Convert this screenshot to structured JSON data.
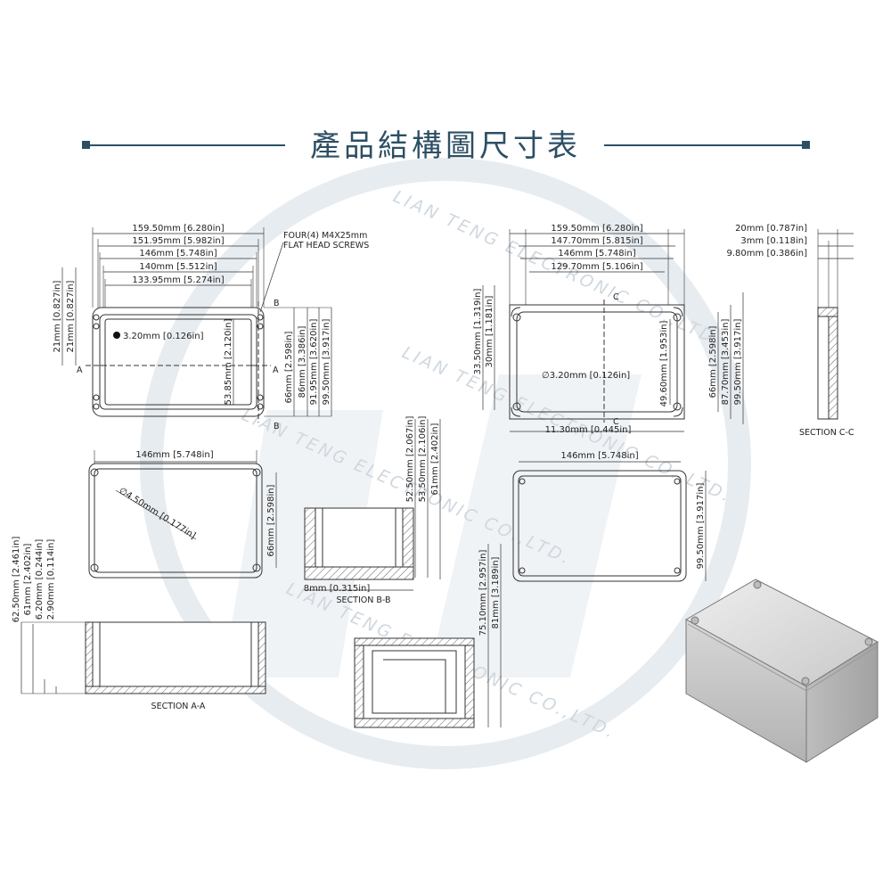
{
  "title": "產品結構圖尺寸表",
  "accent_color": "#2d4f64",
  "watermark": "LIAN TENG ELECTRONIC CO.,LTD.",
  "screw_note": [
    "FOUR(4) M4X25mm",
    "FLAT HEAD SCREWS"
  ],
  "top_view_left": {
    "widths": [
      "159.50mm [6.280in]",
      "151.95mm [5.982in]",
      "146mm [5.748in]",
      "140mm [5.512in]",
      "133.95mm [5.274in]"
    ],
    "left_dims": [
      "21mm [0.827in]",
      "21mm [0.827in]"
    ],
    "hole": "3.20mm [0.126in]",
    "inner_height": "53.85mm [2.120in]",
    "right_dims": [
      "66mm [2.598in]",
      "86mm [3.386in]",
      "91.95mm [3.620in]",
      "99.50mm [3.917in]"
    ],
    "section_marks": [
      "A",
      "A",
      "B",
      "B"
    ]
  },
  "top_view_right": {
    "widths": [
      "159.50mm [6.280in]",
      "147.70mm [5.815in]",
      "146mm [5.748in]",
      "129.70mm [5.106in]"
    ],
    "left_dims": [
      "33.50mm [1.319in]",
      "30mm [1.181in]"
    ],
    "hole": "∅3.20mm [0.126in]",
    "inner_dim": "49.60mm [1.953in]",
    "right_dims": [
      "66mm [2.598in]",
      "87.70mm [3.453in]",
      "99.50mm [3.917in]"
    ],
    "bottom_dim": "11.30mm [0.445in]",
    "section_marks": [
      "C",
      "C"
    ]
  },
  "section_cc": {
    "dims": [
      "20mm [0.787in]",
      "3mm [0.118in]",
      "9.80mm [0.386in]"
    ],
    "label": "SECTION C-C"
  },
  "lid_view": {
    "width": "146mm [5.748in]",
    "hole": "∅4.50mm [0.177in]",
    "height": "66mm [2.598in]"
  },
  "section_bb": {
    "dims": [
      "52.50mm [2.067in]",
      "53.50mm [2.106in]",
      "61mm [2.402in]"
    ],
    "bottom_dim": "8mm [0.315in]",
    "label": "SECTION B-B"
  },
  "bottom_view": {
    "width": "146mm [5.748in]",
    "height": "99.50mm [3.917in]"
  },
  "section_aa": {
    "dims": [
      "62.50mm [2.461in]",
      "61mm [2.402in]",
      "6.20mm [0.244in]",
      "2.90mm [0.114in]"
    ],
    "label": "SECTION A-A"
  },
  "front_section": {
    "dims": [
      "75.10mm [2.957in]",
      "81mm [3.189in]"
    ]
  }
}
